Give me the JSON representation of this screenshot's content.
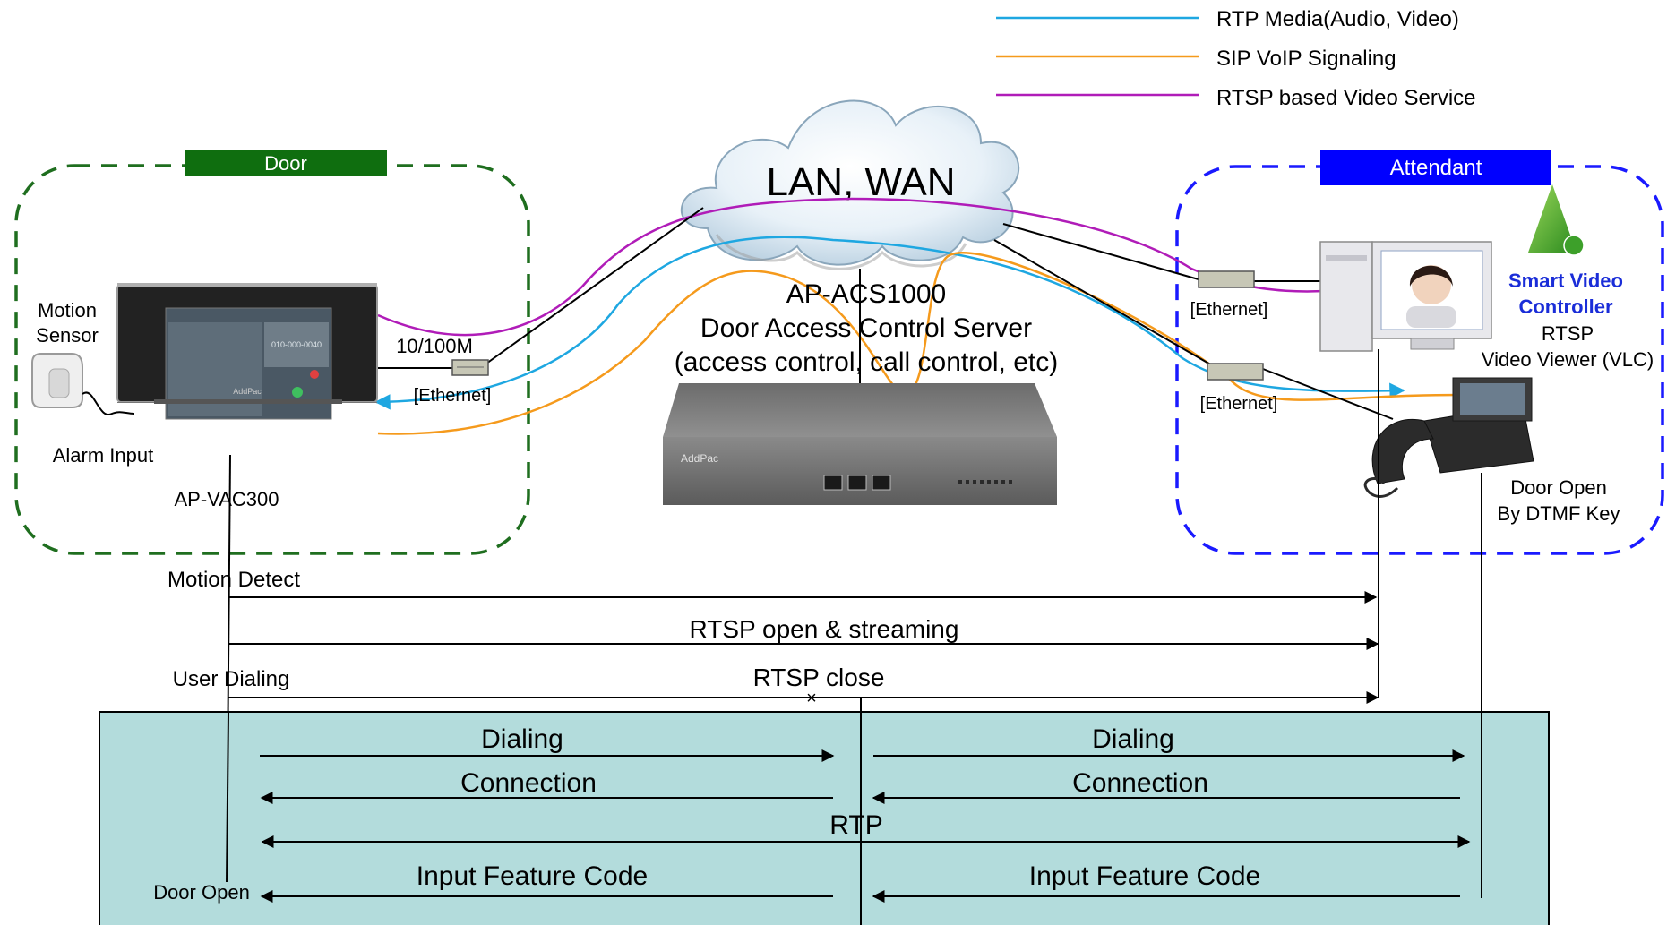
{
  "legend": {
    "items": [
      {
        "label": "RTP Media(Audio, Video)",
        "color": "#1ea7e1"
      },
      {
        "label": "SIP VoIP Signaling",
        "color": "#f59a1c"
      },
      {
        "label": "RTSP based Video Service",
        "color": "#b01cb8"
      }
    ]
  },
  "zones": {
    "door": {
      "label": "Door",
      "color": "#1f6e1f"
    },
    "attendant": {
      "label": "Attendant",
      "color": "#1a1aff"
    }
  },
  "cloud": {
    "label": "LAN, WAN"
  },
  "server": {
    "model": "AP-ACS1000",
    "description_line1": "Door Access Control Server",
    "description_line2": "(access control, call control, etc)",
    "brand": "AddPac"
  },
  "door_side": {
    "motion_sensor_line1": "Motion",
    "motion_sensor_line2": "Sensor",
    "alarm_input": "Alarm Input",
    "device_model": "AP-VAC300",
    "link_speed": "10/100M",
    "ethernet": "[Ethernet]",
    "panel_brand": "AddPac",
    "panel_number": "010-000-0040"
  },
  "attendant_side": {
    "ethernet_top": "[Ethernet]",
    "ethernet_bottom": "[Ethernet]",
    "svc_line1": "Smart Video",
    "svc_line2": "Controller",
    "viewer_line1": "RTSP",
    "viewer_line2": "Video Viewer (VLC)",
    "door_open_line1": "Door Open",
    "door_open_line2": "By DTMF Key"
  },
  "sequence": {
    "motion_detect": "Motion Detect",
    "rtsp_open": "RTSP  open & streaming",
    "user_dialing": "User Dialing",
    "rtsp_close": "RTSP  close",
    "dialing_left": "Dialing",
    "dialing_right": "Dialing",
    "connection_left": "Connection",
    "connection_right": "Connection",
    "rtp": "RTP",
    "feature_left": "Input Feature Code",
    "feature_right": "Input Feature Code",
    "door_open": "Door Open"
  }
}
